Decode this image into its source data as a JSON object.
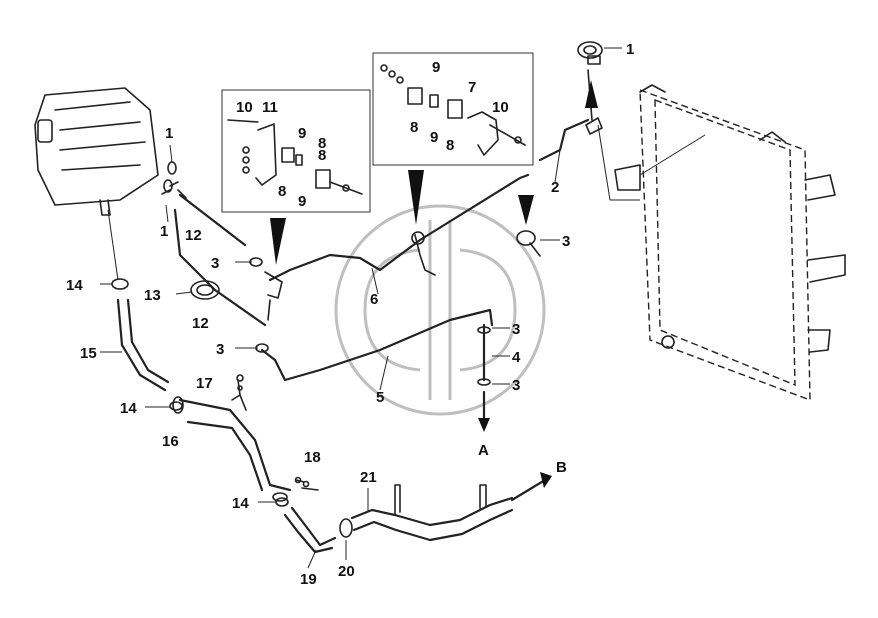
{
  "labels": {
    "l1a": "1",
    "l1b": "1",
    "l1c": "1",
    "l2": "2",
    "l3a": "3",
    "l3b": "3",
    "l3c": "3",
    "l3d": "3",
    "l3e": "3",
    "l4": "4",
    "l5": "5",
    "l6": "6",
    "l7": "7",
    "l8a": "8",
    "l8b": "8",
    "l8c": "8",
    "l8d": "8",
    "l8e": "8",
    "l9a": "9",
    "l9b": "9",
    "l9c": "9",
    "l9d": "9",
    "l10a": "10",
    "l10b": "10",
    "l11": "11",
    "l12a": "12",
    "l12b": "12",
    "l13": "13",
    "l14a": "14",
    "l14b": "14",
    "l14c": "14",
    "l15": "15",
    "l16": "16",
    "l17": "17",
    "l18": "18",
    "l19": "19",
    "l20": "20",
    "l21": "21",
    "arrowA": "A",
    "arrowB": "B"
  }
}
